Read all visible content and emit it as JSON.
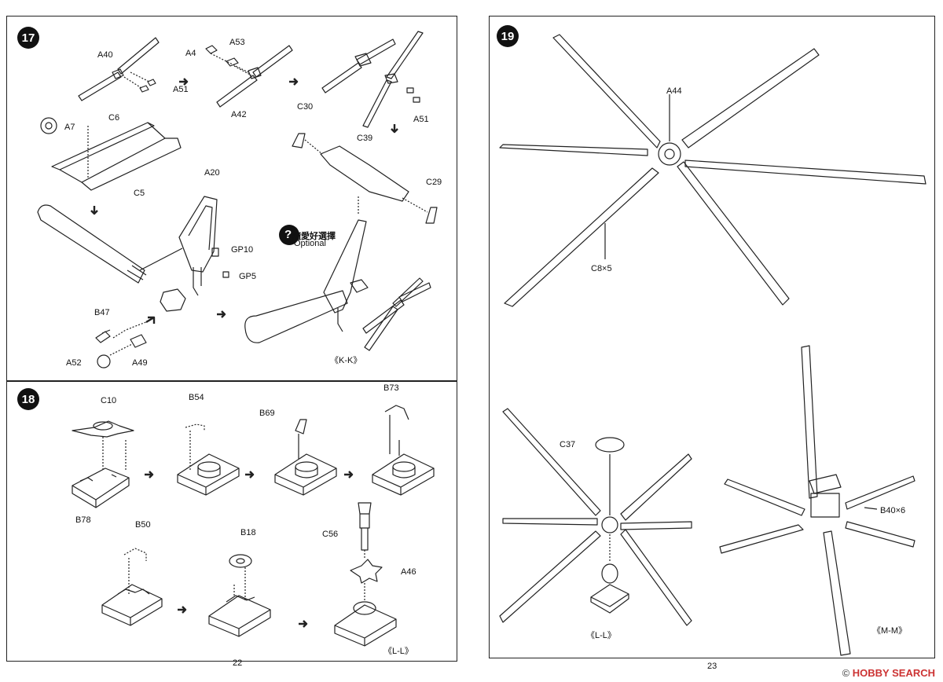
{
  "steps": {
    "s17": {
      "number": "17",
      "labels": {
        "A40": "A40",
        "A53": "A53",
        "A4": "A4",
        "A51a": "A51",
        "A42": "A42",
        "A51b": "A51",
        "C6": "C6",
        "A7": "A7",
        "C5": "C5",
        "C30": "C30",
        "C39": "C39",
        "C29": "C29",
        "A20": "A20",
        "GP10": "GP10",
        "GP5": "GP5",
        "B47": "B47",
        "A52": "A52",
        "A49": "A49"
      },
      "optional_cn": "隨愛好選擇",
      "optional_en": "Optional",
      "view": "《K-K》"
    },
    "s18": {
      "number": "18",
      "labels": {
        "C10": "C10",
        "B78": "B78",
        "B54": "B54",
        "B69": "B69",
        "B73": "B73",
        "B50": "B50",
        "B18": "B18",
        "C56": "C56",
        "A46": "A46"
      },
      "view": "《L-L》"
    },
    "s19": {
      "number": "19",
      "labels": {
        "A44": "A44",
        "C8": "C8×5",
        "C37": "C37",
        "B40": "B40×6"
      },
      "view_l": "《L-L》",
      "view_m": "《M-M》"
    }
  },
  "page_numbers": {
    "left": "22",
    "right": "23"
  },
  "watermark": {
    "prefix": "© ",
    "brand": "HOBBY SEARCH"
  }
}
